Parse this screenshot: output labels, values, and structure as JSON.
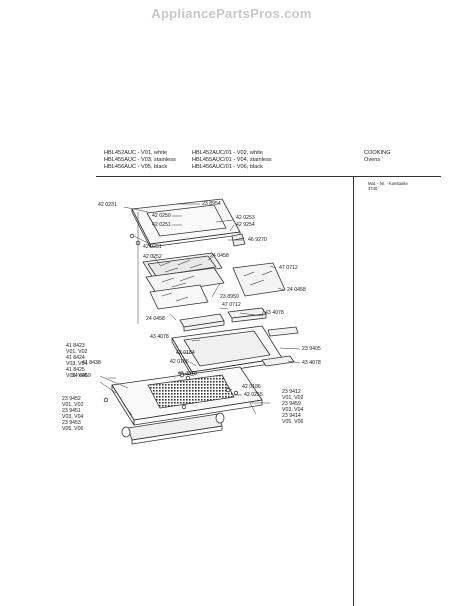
{
  "watermark": "AppliancePartsPros.com",
  "header": {
    "models_left": [
      "HBL452AUC - V01, white",
      "HBL455AUC - V03, stainless",
      "HBL456AUC - V05, black"
    ],
    "models_right": [
      "HBL452AUC/01 - V02, white",
      "HBL455AUC/01 - V04, stainless",
      "HBL456AUC/01 - V06, black"
    ],
    "category": [
      "COOKING",
      "Ovens"
    ],
    "mat_no": [
      "Mat. - Nr. - Konstante",
      "3740"
    ]
  },
  "labels": {
    "p420231": "42 0231",
    "p238954": "23 8954",
    "p420250": "42 0250",
    "p420253": "42 0253",
    "p420251a": "42 0251",
    "p429254": "42 9254",
    "p420251b": "42 0251",
    "p469270": "46 9270",
    "p420252": "42 0252",
    "p240458a": "24 0458",
    "p470712a": "47 0712",
    "p238950": "23 8950",
    "p240458b": "24 0458",
    "p470712b": "47 0712",
    "p240458c": "24 0458",
    "p434078a": "43 4078",
    "p434078b": "43 4078",
    "p239405": "23 9405",
    "p420184": "42 0184",
    "p420186a": "42 0186",
    "p434078c": "43 4078",
    "p434078d": "43 4078",
    "left_group": [
      "41 8423",
      "V01, V02",
      "41 8424",
      "V03, V04",
      "41 8425",
      "V05, V06"
    ],
    "p418438": "41 8438",
    "p240459": "24 0459",
    "p420186b": "42 0186",
    "p420255": "42 0255",
    "left_bottom_group": [
      "23 9452",
      "V01, V02",
      "23 9451",
      "V03, V04",
      "23 9453",
      "V05, V06"
    ],
    "right_bottom_group": [
      "23 9412",
      "V01, V02",
      "23 9459",
      "V03, V04",
      "23 9414",
      "V05, V06"
    ]
  }
}
